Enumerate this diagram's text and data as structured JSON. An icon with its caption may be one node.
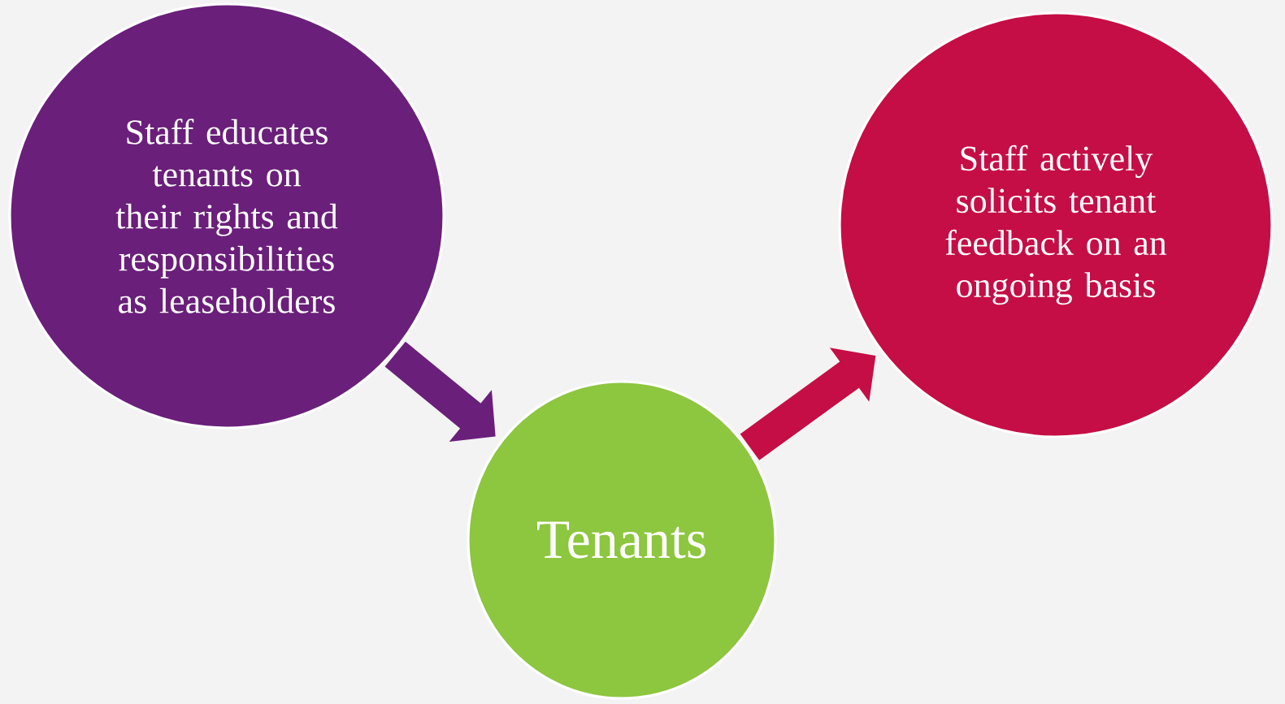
{
  "diagram": {
    "nodes": [
      {
        "text": [
          "Staff educates tenants on their rights and responsibilities as leaseholders"
        ]
      },
      {
        "text": [
          "Tenants"
        ]
      },
      {
        "text": [
          "Staff actively solicits tenant feedback on an ongoing basis"
        ]
      }
    ],
    "edges": [
      {
        "from": 0,
        "to": 1,
        "arrow": "to",
        "color": "#6a1f7a"
      },
      {
        "from": 1,
        "to": 2,
        "arrow": "to",
        "color": "#c50e46"
      }
    ]
  }
}
